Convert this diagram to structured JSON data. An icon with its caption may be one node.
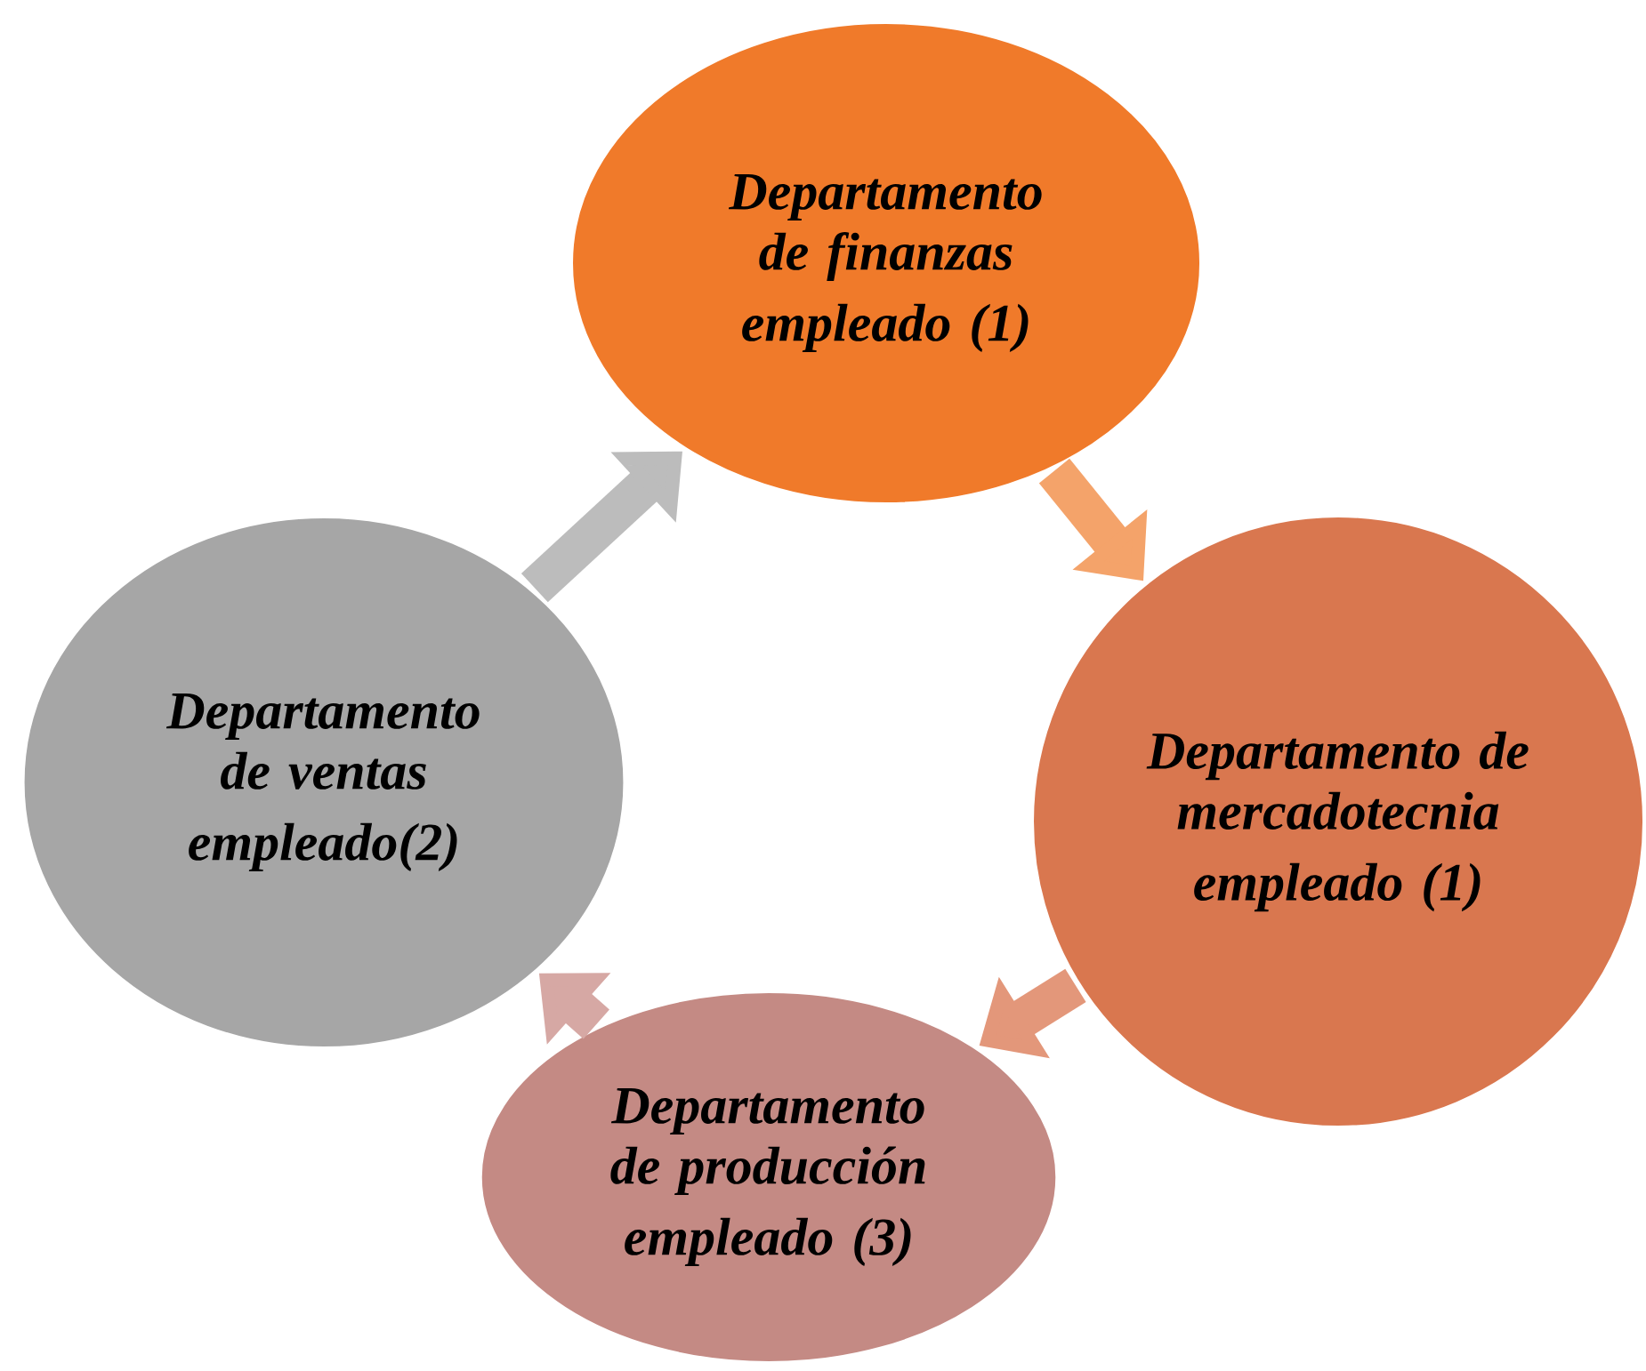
{
  "diagram": {
    "nodes": [
      {
        "text": [
          "Departamento de finanzas",
          "empleado (1)"
        ]
      },
      {
        "text": [
          "Departamento de mercadotecnia",
          "empleado (1)"
        ]
      },
      {
        "text": [
          "Departamento de producción",
          "empleado (3)"
        ]
      },
      {
        "text": [
          "Departamento de ventas",
          "empleado(2)"
        ]
      }
    ],
    "edges": [
      {
        "from": 0,
        "to": 1,
        "arrow": "to",
        "color": "#f4a36a"
      },
      {
        "from": 1,
        "to": 2,
        "arrow": "to",
        "color": "#e3977a"
      },
      {
        "from": 2,
        "to": 3,
        "arrow": "to",
        "color": "#d6a8a4"
      },
      {
        "from": 3,
        "to": 0,
        "arrow": "to",
        "color": "#bcbcbc"
      }
    ]
  }
}
